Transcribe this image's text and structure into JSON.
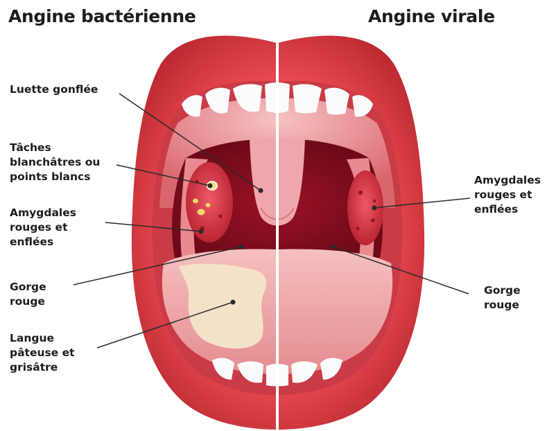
{
  "titles": {
    "left": "Angine bactérienne",
    "right": "Angine virale"
  },
  "labels_left": [
    {
      "id": "luette",
      "lines": [
        "Luette gonflée"
      ]
    },
    {
      "id": "taches",
      "lines": [
        "Tâches",
        "blanchâtres ou",
        "points blancs"
      ]
    },
    {
      "id": "amygdales",
      "lines": [
        "Amygdales",
        "rouges et",
        "enflées"
      ]
    },
    {
      "id": "gorge",
      "lines": [
        "Gorge",
        "rouge"
      ]
    },
    {
      "id": "langue",
      "lines": [
        "Langue",
        "pâteuse et",
        "grisâtre"
      ]
    }
  ],
  "labels_right": [
    {
      "id": "amygdales",
      "lines": [
        "Amygdales",
        "rouges et",
        "enflées"
      ]
    },
    {
      "id": "gorge",
      "lines": [
        "Gorge",
        "rouge"
      ]
    }
  ],
  "colors": {
    "lip": "#e04a4e",
    "lip_shadow": "#b8262d",
    "throat": "#8e1020",
    "tongue": "#f0a6a6",
    "teeth": "#fbfbfb",
    "white_spots": "#f2d66a",
    "coating": "#f4e2c8"
  }
}
